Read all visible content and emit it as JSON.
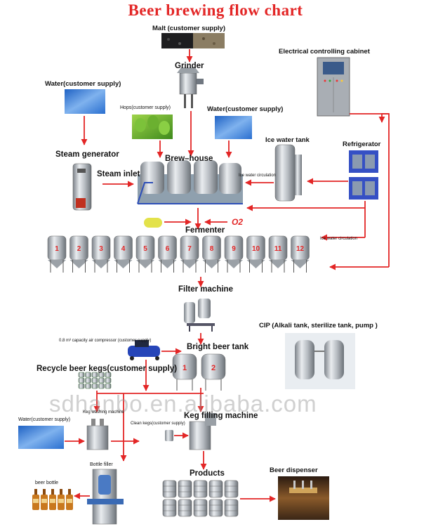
{
  "title": "Beer brewing flow chart",
  "watermark": "sdhanbo.en.alibaba.com",
  "labels": {
    "malt": "Malt (customer supply)",
    "grinder": "Grinder",
    "electrical_cabinet": "Electrical controlling cabinet",
    "water_left": "Water(customer supply)",
    "hops": "Hops(customer supply)",
    "water_mid": "Water(customer supply)",
    "steam_generator": "Steam generator",
    "steam_inlet": "Steam inlet",
    "brew_house": "Brew–house",
    "ice_water_tank": "Ice water tank",
    "refrigerator": "Refrigerator",
    "ice_water_circulation_1": "Ice water circulation",
    "ice_water_circulation_2": "Ice water circulation",
    "o2": "O2",
    "fermenter": "Fermenter",
    "filter_machine": "Filter machine",
    "cip": "CIP (Alkali tank, sterilize tank, pump )",
    "air_compressor": "0.8 m³ capacity air compressor (customer supply)",
    "bright_beer_tank": "Bright beer tank",
    "recycle_kegs": "Recycle beer kegs(customer supply)",
    "keg_washing": "Keg washing machine",
    "water_bottom": "Water(customer supply)",
    "clean_kegs": "Clean kegs(customer supply)",
    "keg_filling": "Keg filling machine",
    "bottle_filler": "Bottle filler",
    "beer_bottle": "beer bottle",
    "products": "Products",
    "beer_dispenser": "Beer dispenser"
  },
  "fermenter_numbers": [
    "1",
    "2",
    "3",
    "4",
    "5",
    "6",
    "7",
    "8",
    "9",
    "10",
    "11",
    "12"
  ],
  "bright_tank_numbers": [
    "1",
    "2"
  ],
  "colors": {
    "title": "#e32626",
    "arrow": "#e32626",
    "steel": "#b8bcc2",
    "water": "#3a7fd6",
    "hops": "#5aa82a"
  }
}
